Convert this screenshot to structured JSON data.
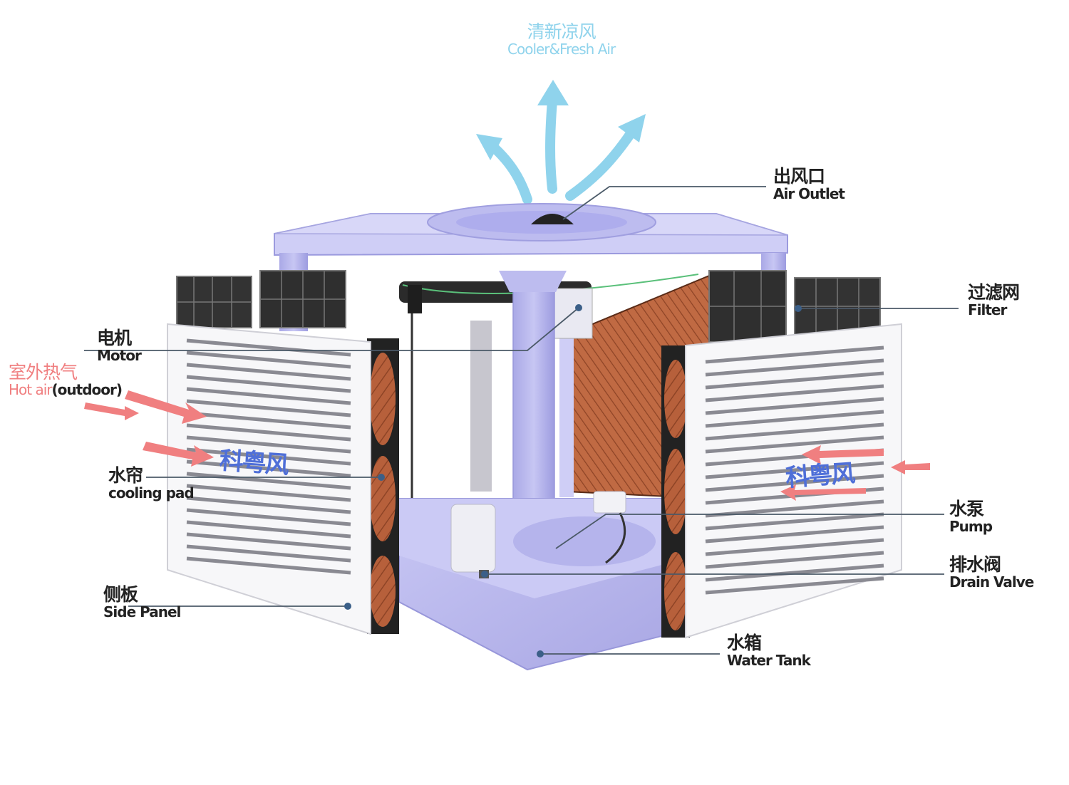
{
  "top_label": {
    "cn": "清新凉风",
    "en": "Cooler&Fresh Air"
  },
  "hot_air": {
    "cn": "室外热气",
    "en_red": "Hot air",
    "en_dark": "(outdoor)"
  },
  "brand": "科粤风",
  "callouts": {
    "air_outlet": {
      "cn": "出风口",
      "en": "Air Outlet"
    },
    "filter": {
      "cn": "过滤网",
      "en": "Filter"
    },
    "motor": {
      "cn": "电机",
      "en": "Motor"
    },
    "cooling_pad": {
      "cn": "水帘",
      "en": "cooling pad"
    },
    "pump": {
      "cn": "水泵",
      "en": "Pump"
    },
    "drain_valve": {
      "cn": "排水阀",
      "en": "Drain Valve"
    },
    "side_panel": {
      "cn": "侧板",
      "en": "Side Panel"
    },
    "water_tank": {
      "cn": "水箱",
      "en": "Water Tank"
    }
  },
  "colors": {
    "body": "#b9b8ee",
    "cooling_pad": "#b7603b",
    "cool_arrow": "#8fd3ec",
    "hot_arrow": "#f07f80",
    "filter": "#3a3a3a",
    "leader": "#4b5a68"
  }
}
